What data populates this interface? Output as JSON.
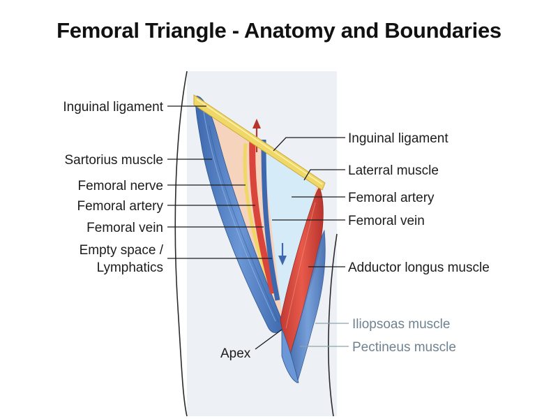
{
  "title": "Femoral Triangle - Anatomy and Boundaries",
  "colors": {
    "muscle_blue": "#4f7fc4",
    "artery_red": "#d9453a",
    "ligament_yellow": "#f0d868",
    "fat_peach": "#f6d3bc",
    "space_lightblue": "#d6ebf8",
    "leg_fill": "#edf1f5",
    "muted_label": "#6f8290"
  },
  "labels_left": {
    "inguinal_ligament": "Inguinal ligament",
    "sartorius_muscle": "Sartorius muscle",
    "femoral_nerve": "Femoral nerve",
    "femoral_artery": "Femoral artery",
    "femoral_vein": "Femoral vein",
    "empty_space_line1": "Empty space /",
    "empty_space_line2": "Lymphatics"
  },
  "labels_right": {
    "inguinal_ligament": "Inguinal ligament",
    "laterral_muscle": "Laterral muscle",
    "femoral_artery": "Femoral artery",
    "femoral_vein": "Femoral vein",
    "adductor_longus": "Adductor longus muscle",
    "iliopsoas": "Iliopsoas muscle",
    "pectineus": "Pectineus muscle"
  },
  "labels_bottom": {
    "apex": "Apex"
  }
}
